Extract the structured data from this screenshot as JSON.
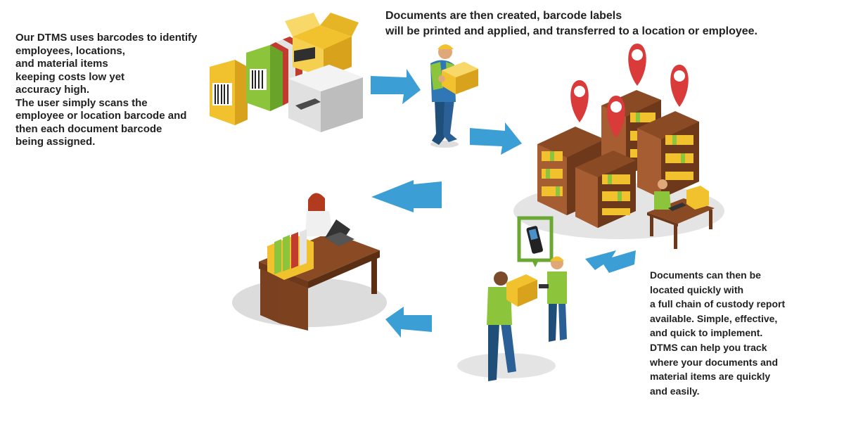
{
  "text_left": {
    "lines": [
      "Our DTMS uses barcodes to identify",
      "employees, locations,",
      "and material items",
      "keeping costs low yet",
      "accuracy high.",
      "The user simply scans the",
      "employee or location barcode and",
      "then each document barcode",
      "being assigned."
    ]
  },
  "text_top": {
    "lines": [
      "Documents are then created, barcode labels",
      "will be printed and applied, and transferred to a location or employee."
    ]
  },
  "text_right": {
    "lines": [
      "Documents can then be",
      "located quickly with",
      "a full chain of custody report",
      "available. Simple, effective,",
      "and quick to implement.",
      "DTMS can help you track",
      "where your documents and",
      "material items are quickly",
      "and easily."
    ]
  },
  "colors": {
    "arrow": "#3b9fd6",
    "pin": "#d93a3a",
    "shelf": "#8a4a24",
    "box": "#f2c12e",
    "vest": "#8cc43c",
    "scanner_frame": "#6aa832",
    "text": "#222222"
  },
  "icons": [
    "binders-icon",
    "printer-icon",
    "open-box-icon",
    "worker-carrying-box-icon",
    "bookshelf-icon",
    "location-pin-icon",
    "handheld-scanner-icon",
    "office-desk-icon",
    "laptop-icon",
    "flow-arrow-icon"
  ]
}
